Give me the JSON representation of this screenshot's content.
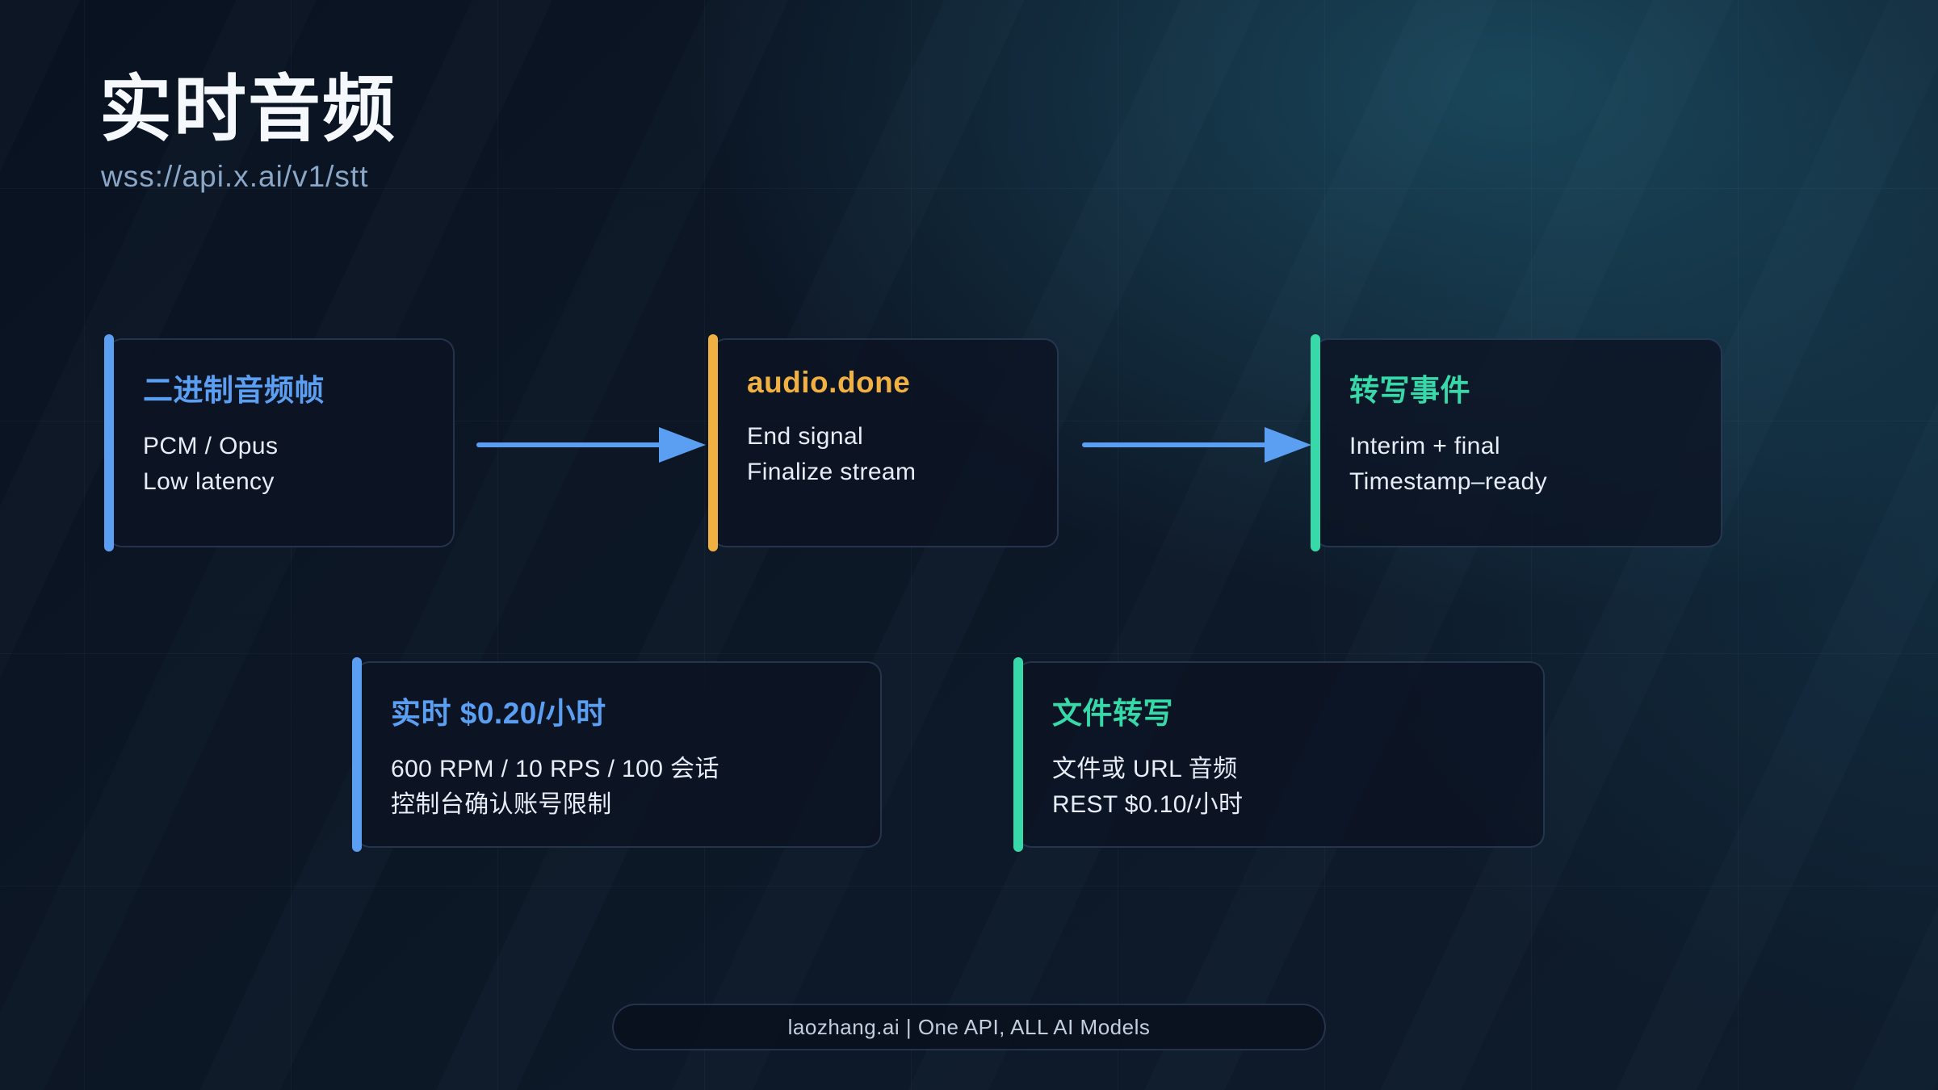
{
  "header": {
    "title": "实时音频",
    "subtitle": "wss://api.x.ai/v1/stt"
  },
  "flow": {
    "nodes": [
      {
        "title": "二进制音频帧",
        "lines": [
          "PCM / Opus",
          "Low latency"
        ],
        "accent_color": "#5b9ff2"
      },
      {
        "title": "audio.done",
        "lines": [
          "End signal",
          "Finalize stream"
        ],
        "accent_color": "#f0b042"
      },
      {
        "title": "转写事件",
        "lines": [
          "Interim + final",
          "Timestamp–ready"
        ],
        "accent_color": "#38d9a9"
      }
    ],
    "arrow_color": "#5b9ff2"
  },
  "info_cards": [
    {
      "title": "实时 $0.20/小时",
      "lines": [
        "600 RPM / 10 RPS / 100 会话",
        "控制台确认账号限制"
      ],
      "accent_color": "#5b9ff2"
    },
    {
      "title": "文件转写",
      "lines": [
        "文件或 URL 音频",
        "REST $0.10/小时"
      ],
      "accent_color": "#38d9a9"
    }
  ],
  "footer": {
    "text": "laozhang.ai | One API, ALL AI Models"
  },
  "colors": {
    "background_base": "#0d1827",
    "background_glow_top_right": "#246c84",
    "accent_blue": "#5b9ff2",
    "accent_amber": "#f0b042",
    "accent_teal": "#38d9a9",
    "card_background": "#0c1423",
    "card_border": "#3a4f6e",
    "title_text": "#f5f9fd",
    "subtitle_text": "#8ba7c7",
    "body_text": "#e7edf6",
    "footer_text": "#c3cfdf"
  }
}
